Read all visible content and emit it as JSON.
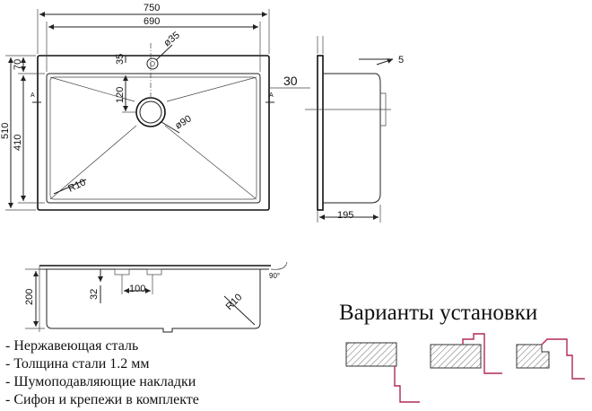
{
  "dimensions": {
    "overall_width": "750",
    "inner_width": "690",
    "top_margin": "70",
    "tap_hole_offset": "35",
    "tap_hole_diameter": "ø35",
    "overall_depth": "510",
    "bowl_length": "410",
    "drain_offset": "120",
    "drain_diameter": "ø90",
    "corner_radius": "R10",
    "section_a": "A",
    "rim_thickness": "5",
    "flange": "30",
    "side_depth": "195",
    "bowl_height": "200",
    "overflow_height": "32",
    "overflow_spacing": "100",
    "bottom_radius": "R10",
    "angle": "90°"
  },
  "installation_title": "Варианты установки",
  "features": [
    "- Нержавеющая сталь",
    "- Толщина стали 1.2 мм",
    "- Шумоподавляющие накладки",
    "- Сифон и крепежи в комплекте"
  ],
  "colors": {
    "line": "#222222",
    "accent": "#b0285a",
    "hatch": "#555555"
  }
}
